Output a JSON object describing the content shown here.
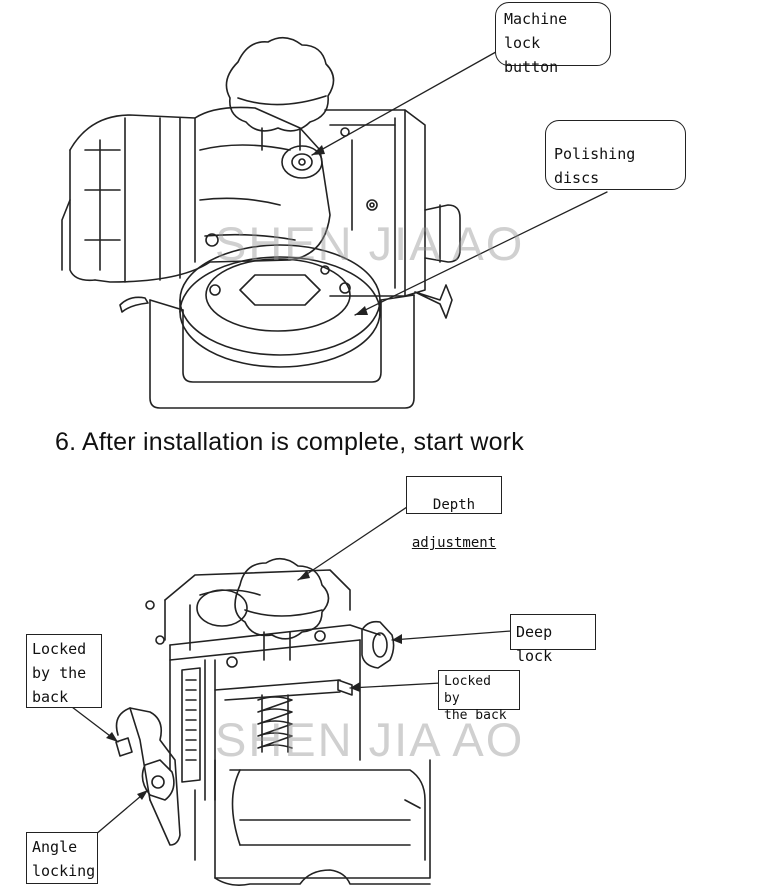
{
  "colors": {
    "line": "#222222",
    "watermark": "#9a9a9a",
    "background": "#ffffff"
  },
  "top_figure": {
    "callouts": {
      "machine_lock_button": "Machine\nlock button",
      "polishing_discs": "Polishing discs"
    },
    "watermark": "SHEN JIA AO"
  },
  "step_heading": "6. After installation is complete, start work",
  "bottom_figure": {
    "callouts": {
      "depth_adjustment": [
        "Depth",
        "adjustment"
      ],
      "deep_lock": "Deep lock",
      "locked_by_back_right": "Locked by\nthe back",
      "locked_by_back_left": "Locked\nby the\nback",
      "angle_locking": "Angle\nlocking"
    },
    "watermark": "SHEN JIA AO"
  }
}
